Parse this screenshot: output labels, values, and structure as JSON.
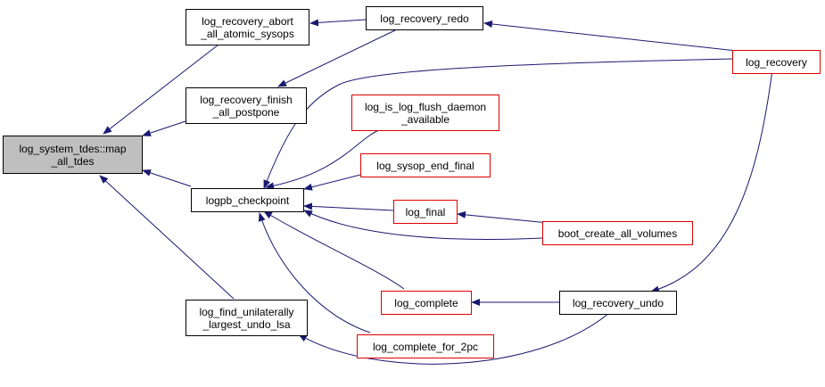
{
  "nodes": {
    "map_all_tdes": [
      "log_system_tdes::map",
      "_all_tdes"
    ],
    "abort_sysops": [
      "log_recovery_abort",
      "_all_atomic_sysops"
    ],
    "finish_postpone": [
      "log_recovery_finish",
      "_all_postpone"
    ],
    "checkpoint": [
      "logpb_checkpoint"
    ],
    "find_largest_undo": [
      "log_find_unilaterally",
      "_largest_undo_lsa"
    ],
    "recovery_redo": [
      "log_recovery_redo"
    ],
    "is_flush_daemon": [
      "log_is_log_flush_daemon",
      "_available"
    ],
    "sysop_end_final": [
      "log_sysop_end_final"
    ],
    "log_final": [
      "log_final"
    ],
    "log_complete": [
      "log_complete"
    ],
    "complete_2pc": [
      "log_complete_for_2pc"
    ],
    "log_recovery": [
      "log_recovery"
    ],
    "boot_create": [
      "boot_create_all_volumes"
    ],
    "recovery_undo": [
      "log_recovery_undo"
    ]
  },
  "colors": {
    "edge": "#191970",
    "red_border": "#e00000",
    "root_fill": "#bfbfbf"
  }
}
